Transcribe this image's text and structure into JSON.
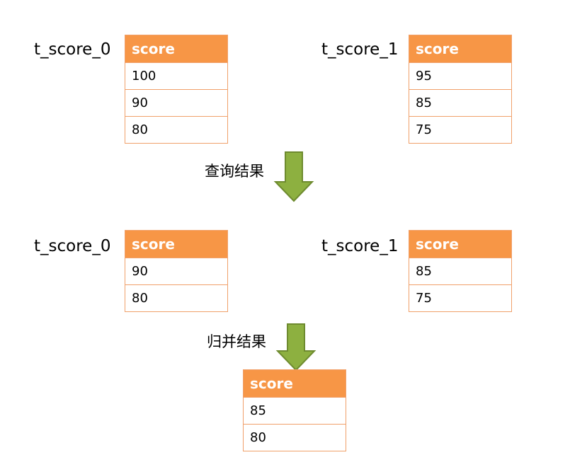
{
  "labels": {
    "left": "t_score_0",
    "right": "t_score_1"
  },
  "query_step": {
    "label": "查询结果",
    "left": {
      "header": "score",
      "rows": [
        "100",
        "90",
        "80"
      ]
    },
    "right": {
      "header": "score",
      "rows": [
        "95",
        "85",
        "75"
      ]
    }
  },
  "query_result": {
    "left": {
      "header": "score",
      "rows": [
        "90",
        "80"
      ]
    },
    "right": {
      "header": "score",
      "rows": [
        "85",
        "75"
      ]
    }
  },
  "merge_step": {
    "label": "归并结果",
    "result": {
      "header": "score",
      "rows": [
        "85",
        "80"
      ]
    }
  },
  "colors": {
    "header_fill": "#f79646",
    "cell_border": "#f0a06a",
    "arrow_fill": "#8db040",
    "arrow_stroke": "#6e8b2f"
  },
  "icons": {
    "arrow": "down-arrow-icon"
  }
}
